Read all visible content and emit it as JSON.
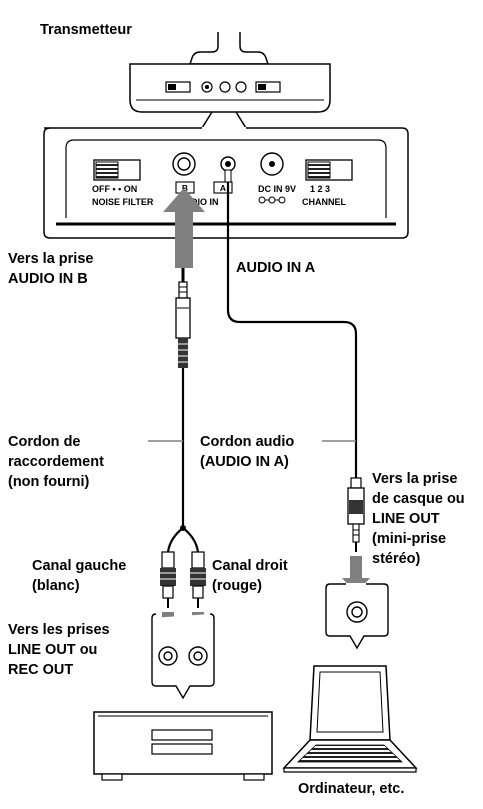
{
  "labels": {
    "transmitter": "Transmetteur",
    "off_on_row": "OFF •   • ON",
    "noise_filter": "NOISE FILTER",
    "jack_b": "B",
    "jack_a": "A",
    "audio_in_panel": "AUDIO IN",
    "dc_in": "DC IN 9V",
    "channel_numbers": "1  2  3",
    "channel": "CHANNEL",
    "to_audio_in_b": [
      "Vers la prise",
      "AUDIO IN B"
    ],
    "audio_in_a": "AUDIO IN A",
    "connecting_cord": [
      "Cordon de",
      "raccordement",
      "(non fourni)"
    ],
    "audio_cord": [
      "Cordon audio",
      "(AUDIO IN A)"
    ],
    "to_headphone": [
      "Vers la prise",
      "de casque ou",
      "LINE OUT",
      "(mini-prise",
      "stéréo)"
    ],
    "left_channel": [
      "Canal gauche",
      "(blanc)"
    ],
    "right_channel": [
      "Canal droit",
      "(rouge)"
    ],
    "to_line_out": [
      "Vers les prises",
      "LINE OUT ou",
      "REC OUT"
    ],
    "computer": "Ordinateur, etc."
  }
}
